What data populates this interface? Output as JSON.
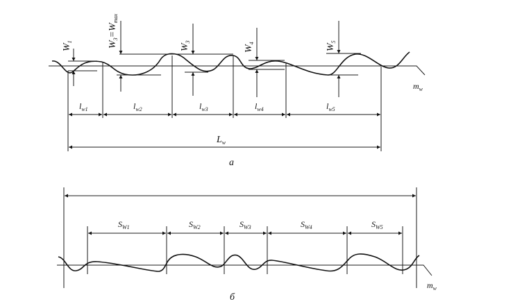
{
  "diagram": {
    "top": {
      "caption": "а",
      "profile_label": {
        "main": "m",
        "sub": "w"
      },
      "waviness_labels": [
        {
          "main": "W",
          "sub": "1"
        },
        {
          "main": "W",
          "sub": "3",
          "eq": "=W",
          "sub2": "max"
        },
        {
          "main": "W",
          "sub": "3"
        },
        {
          "main": "W",
          "sub": "4"
        },
        {
          "main": "W",
          "sub": "5"
        }
      ],
      "step_labels": [
        {
          "main": "l",
          "sub": "w1"
        },
        {
          "main": "l",
          "sub": "w2"
        },
        {
          "main": "l",
          "sub": "w3"
        },
        {
          "main": "l",
          "sub": "w4"
        },
        {
          "main": "l",
          "sub": "w5"
        }
      ],
      "total_label": {
        "main": "L",
        "sub": "w"
      }
    },
    "bottom": {
      "caption": "б",
      "profile_label": {
        "main": "m",
        "sub": "w"
      },
      "step_labels": [
        {
          "main": "S",
          "sub": "W1"
        },
        {
          "main": "S",
          "sub": "W2"
        },
        {
          "main": "S",
          "sub": "W3"
        },
        {
          "main": "S",
          "sub": "W4"
        },
        {
          "main": "S",
          "sub": "W5"
        }
      ]
    }
  }
}
